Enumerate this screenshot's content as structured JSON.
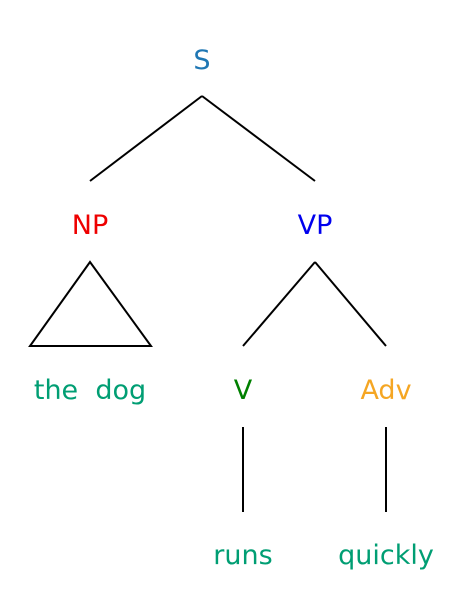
{
  "diagram": {
    "nodes": {
      "s": {
        "label": "S",
        "color": "#1f77b4"
      },
      "np": {
        "label": "NP",
        "color": "#ee0000"
      },
      "vp": {
        "label": "VP",
        "color": "#0000ee"
      },
      "np_leaf": {
        "label": "the  dog",
        "color": "#009e73"
      },
      "v": {
        "label": "V",
        "color": "#008000"
      },
      "adv": {
        "label": "Adv",
        "color": "#f5a623"
      },
      "runs": {
        "label": "runs",
        "color": "#009e73"
      },
      "quickly": {
        "label": "quickly",
        "color": "#009e73"
      }
    }
  }
}
